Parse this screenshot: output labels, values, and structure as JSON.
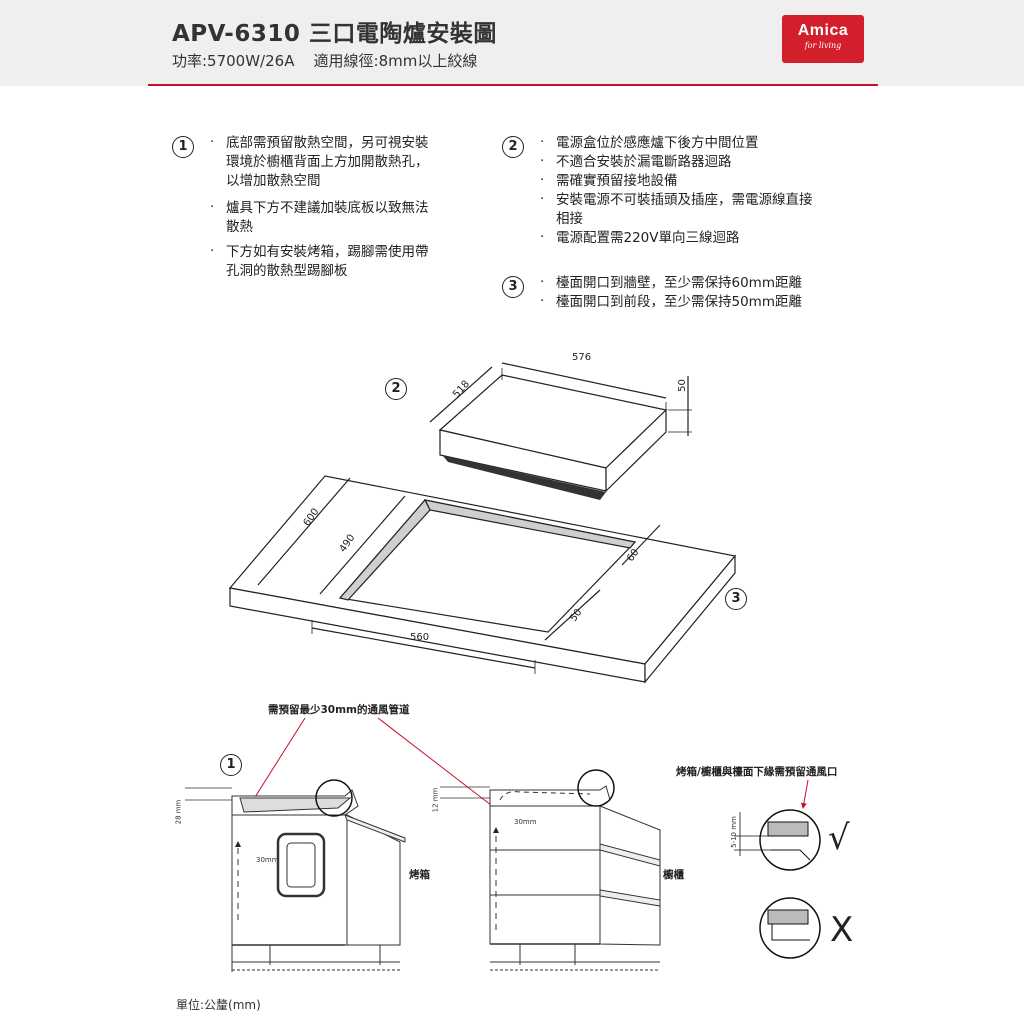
{
  "header": {
    "title": "APV-6310 三口電陶爐安裝圖",
    "subtitle": "功率:5700W/26A    適用線徑:8mm以上絞線",
    "logo_brand": "Amica",
    "logo_tagline": "for living",
    "accent_color": "#c8102e"
  },
  "notes": {
    "n1": {
      "num": "1",
      "items": [
        [
          "底部需預留散熱空間，另可視安裝",
          "環境於櫥櫃背面上方加開散熱孔，",
          "以增加散熱空間"
        ],
        [
          "爐具下方不建議加裝底板以致無法",
          "散熱"
        ],
        [
          "下方如有安裝烤箱，踢腳需使用帶",
          "孔洞的散熱型踢腳板"
        ]
      ]
    },
    "n2": {
      "num": "2",
      "items": [
        [
          "電源盒位於感應爐下後方中間位置"
        ],
        [
          "不適合安裝於漏電斷路器迴路"
        ],
        [
          "需確實預留接地設備"
        ],
        [
          "安裝電源不可裝插頭及插座，需電源線直接",
          "相接"
        ],
        [
          "電源配置需220V單向三線迴路"
        ]
      ]
    },
    "n3": {
      "num": "3",
      "items": [
        [
          "檯面開口到牆壁，至少需保持60mm距離"
        ],
        [
          "檯面開口到前段，至少需保持50mm距離"
        ]
      ]
    }
  },
  "hob_diagram": {
    "marker": "2",
    "dim_width": "576",
    "dim_depth": "518",
    "dim_height": "50"
  },
  "counter_diagram": {
    "marker": "3",
    "dim_counter_depth": "600",
    "dim_cutout_depth": "490",
    "dim_cutout_width": "560",
    "dim_rear": "60",
    "dim_front": "50"
  },
  "ventilation": {
    "marker": "1",
    "duct_note": "需預留最少30mm的通風管道",
    "oven_label": "烤箱",
    "cabinet_label": "櫥櫃",
    "dim_28": "28 mm",
    "dim_12": "12 mm",
    "dim_30_oven": "30mm",
    "dim_30_cab": "30mm",
    "vent_note": "烤箱/櫥櫃與檯面下緣需預留通風口",
    "dim_gap": "5-10 mm",
    "ok_mark": "√",
    "ng_mark": "X"
  },
  "footer": {
    "unit": "單位:公釐(mm)"
  }
}
